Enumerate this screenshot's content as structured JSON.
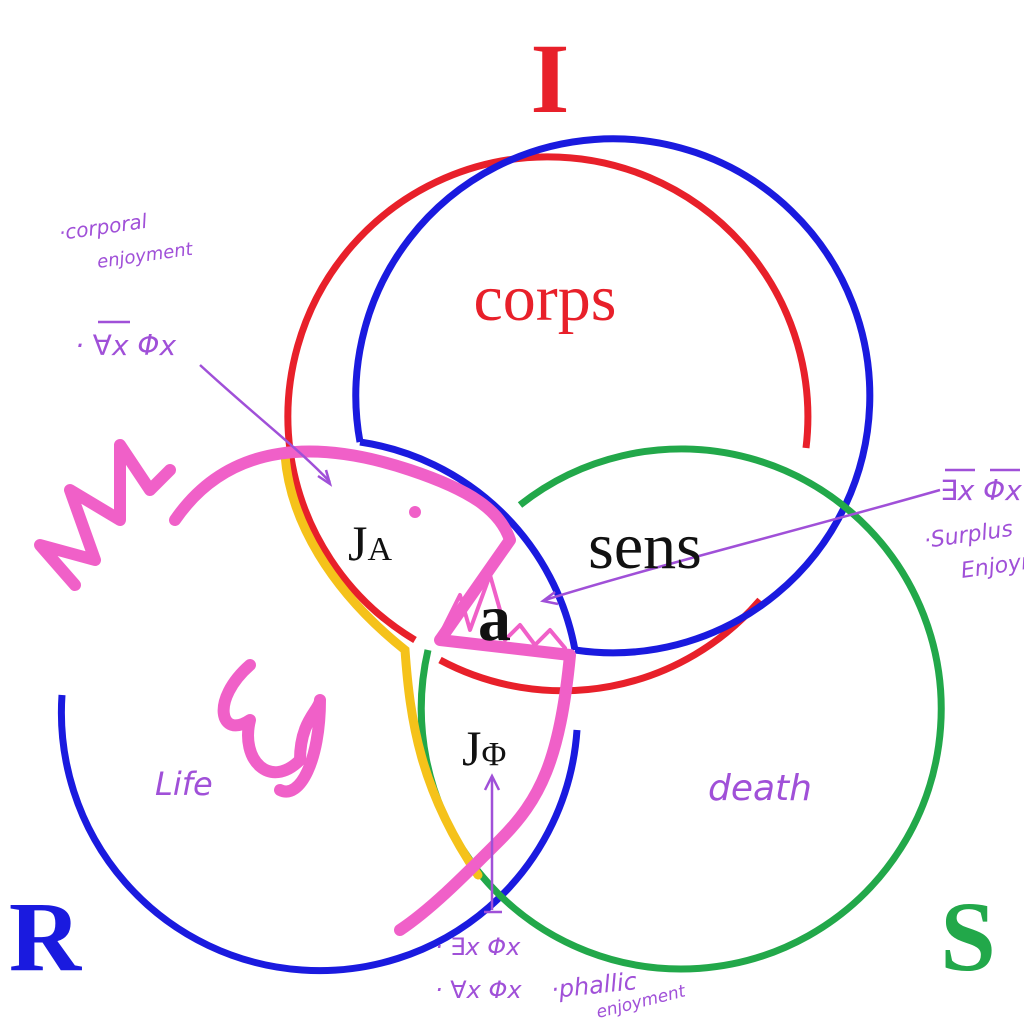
{
  "labels": {
    "imaginary": "I",
    "real": "R",
    "symbolic": "S",
    "corps": "corps",
    "sens": "sens",
    "ja_main": "J",
    "ja_sub": "A",
    "object_a": "a",
    "jphi_main": "J",
    "jphi_sub": "Φ",
    "life": "Life",
    "death": "death"
  },
  "annotations": {
    "corporal": "·corporal",
    "corporal_2": "enjoyment",
    "formula_top_left": "· ∀x Φx",
    "formula_right": "∃x Φx",
    "surplus": "·Surplus",
    "surplus_2": "Enjoyment",
    "formula_bottom_1": "· ∃x Φx",
    "formula_bottom_2": "· ∀x Φx",
    "phallic": "·phallic",
    "phallic_2": "enjoyment"
  },
  "colors": {
    "red": "#e8202a",
    "blue": "#1a1adf",
    "green": "#22a84a",
    "pink": "#f060c8",
    "yellow": "#f5c21a",
    "purple": "#a050d8"
  }
}
